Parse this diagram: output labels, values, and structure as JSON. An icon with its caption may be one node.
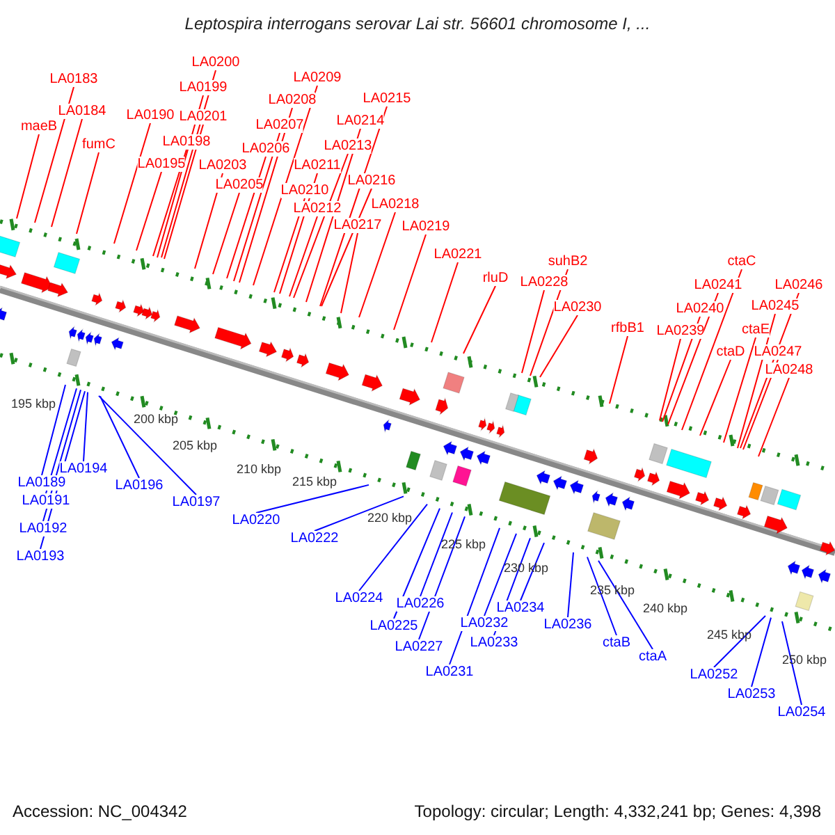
{
  "diagram": {
    "title": "Leptospira interrogans serovar Lai str. 56601 chromosome I, ...",
    "nodes": [
      {
        "text": [
          "LA0200"
        ]
      },
      {
        "text": [
          "LA0183"
        ]
      },
      {
        "text": [
          "LA0209"
        ]
      },
      {
        "text": [
          "LA0199"
        ]
      },
      {
        "text": [
          "LA0208"
        ]
      },
      {
        "text": [
          "LA0215"
        ]
      },
      {
        "text": [
          "LA0184"
        ]
      },
      {
        "text": [
          "LA0190"
        ]
      },
      {
        "text": [
          "LA0201"
        ]
      },
      {
        "text": [
          "LA0207"
        ]
      },
      {
        "text": [
          "LA0214"
        ]
      },
      {
        "text": [
          "maeB"
        ]
      },
      {
        "text": [
          "LA0198"
        ]
      },
      {
        "text": [
          "LA0206"
        ]
      },
      {
        "text": [
          "fumC"
        ]
      },
      {
        "text": [
          "LA0213"
        ]
      },
      {
        "text": [
          "LA0195"
        ]
      },
      {
        "text": [
          "LA0203"
        ]
      },
      {
        "text": [
          "LA0211"
        ]
      },
      {
        "text": [
          "LA0216"
        ]
      },
      {
        "text": [
          "LA0205"
        ]
      },
      {
        "text": [
          "LA0210"
        ]
      },
      {
        "text": [
          "LA0218"
        ]
      },
      {
        "text": [
          "LA0212"
        ]
      },
      {
        "text": [
          "LA0217"
        ]
      },
      {
        "text": [
          "LA0219"
        ]
      },
      {
        "text": [
          "LA0221"
        ]
      },
      {
        "text": [
          "rluD"
        ]
      },
      {
        "text": [
          "suhB2"
        ]
      },
      {
        "text": [
          "LA0228"
        ]
      },
      {
        "text": [
          "LA0230"
        ]
      },
      {
        "text": [
          "rfbB1"
        ]
      },
      {
        "text": [
          "ctaC"
        ]
      },
      {
        "text": [
          "LA0241"
        ]
      },
      {
        "text": [
          "LA0246"
        ]
      },
      {
        "text": [
          "LA0240"
        ]
      },
      {
        "text": [
          "LA0245"
        ]
      },
      {
        "text": [
          "LA0239"
        ]
      },
      {
        "text": [
          "ctaE"
        ]
      },
      {
        "text": [
          "ctaD"
        ]
      },
      {
        "text": [
          "LA0247"
        ]
      },
      {
        "text": [
          "LA0248"
        ]
      },
      {
        "text": [
          "LA0194"
        ]
      },
      {
        "text": [
          "LA0189"
        ]
      },
      {
        "text": [
          "LA0196"
        ]
      },
      {
        "text": [
          "LA0191"
        ]
      },
      {
        "text": [
          "LA0197"
        ]
      },
      {
        "text": [
          "LA0220"
        ]
      },
      {
        "text": [
          "LA0192"
        ]
      },
      {
        "text": [
          "LA0222"
        ]
      },
      {
        "text": [
          "LA0193"
        ]
      },
      {
        "text": [
          "LA0224"
        ]
      },
      {
        "text": [
          "LA0226"
        ]
      },
      {
        "text": [
          "LA0225"
        ]
      },
      {
        "text": [
          "LA0234"
        ]
      },
      {
        "text": [
          "LA0232"
        ]
      },
      {
        "text": [
          "LA0236"
        ]
      },
      {
        "text": [
          "LA0227"
        ]
      },
      {
        "text": [
          "LA0233"
        ]
      },
      {
        "text": [
          "ctaB"
        ]
      },
      {
        "text": [
          "ctaA"
        ]
      },
      {
        "text": [
          "LA0231"
        ]
      },
      {
        "text": [
          "LA0252"
        ]
      },
      {
        "text": [
          "LA0253"
        ]
      },
      {
        "text": [
          "LA0254"
        ]
      }
    ],
    "edges": [
      {
        "from": 0,
        "to": null,
        "arrow": "none"
      },
      {
        "from": 1,
        "to": null,
        "arrow": "none"
      },
      {
        "from": 2,
        "to": null,
        "arrow": "none"
      },
      {
        "from": 3,
        "to": null,
        "arrow": "none"
      },
      {
        "from": 4,
        "to": null,
        "arrow": "none"
      },
      {
        "from": 5,
        "to": null,
        "arrow": "none"
      },
      {
        "from": 6,
        "to": null,
        "arrow": "none"
      },
      {
        "from": 7,
        "to": null,
        "arrow": "none"
      },
      {
        "from": 8,
        "to": null,
        "arrow": "none"
      },
      {
        "from": 9,
        "to": null,
        "arrow": "none"
      },
      {
        "from": 10,
        "to": null,
        "arrow": "none"
      },
      {
        "from": 11,
        "to": null,
        "arrow": "none"
      },
      {
        "from": 12,
        "to": null,
        "arrow": "none"
      },
      {
        "from": 13,
        "to": null,
        "arrow": "none"
      },
      {
        "from": 14,
        "to": null,
        "arrow": "none"
      },
      {
        "from": 15,
        "to": null,
        "arrow": "none"
      },
      {
        "from": 16,
        "to": null,
        "arrow": "none"
      },
      {
        "from": 17,
        "to": null,
        "arrow": "none"
      },
      {
        "from": 18,
        "to": null,
        "arrow": "none"
      },
      {
        "from": 19,
        "to": null,
        "arrow": "none"
      },
      {
        "from": 20,
        "to": null,
        "arrow": "none"
      },
      {
        "from": 21,
        "to": null,
        "arrow": "none"
      },
      {
        "from": 22,
        "to": null,
        "arrow": "none"
      },
      {
        "from": 23,
        "to": null,
        "arrow": "none"
      },
      {
        "from": 24,
        "to": null,
        "arrow": "none"
      },
      {
        "from": 25,
        "to": null,
        "arrow": "none"
      },
      {
        "from": 26,
        "to": null,
        "arrow": "none"
      },
      {
        "from": 27,
        "to": null,
        "arrow": "none"
      },
      {
        "from": 28,
        "to": null,
        "arrow": "none"
      },
      {
        "from": 29,
        "to": null,
        "arrow": "none"
      },
      {
        "from": 30,
        "to": null,
        "arrow": "none"
      },
      {
        "from": 31,
        "to": null,
        "arrow": "none"
      },
      {
        "from": 32,
        "to": null,
        "arrow": "none"
      },
      {
        "from": 33,
        "to": null,
        "arrow": "none"
      },
      {
        "from": 34,
        "to": null,
        "arrow": "none"
      },
      {
        "from": 35,
        "to": null,
        "arrow": "none"
      },
      {
        "from": 36,
        "to": null,
        "arrow": "none"
      },
      {
        "from": 37,
        "to": null,
        "arrow": "none"
      },
      {
        "from": 38,
        "to": null,
        "arrow": "none"
      },
      {
        "from": 39,
        "to": null,
        "arrow": "none"
      },
      {
        "from": 40,
        "to": null,
        "arrow": "none"
      },
      {
        "from": 41,
        "to": null,
        "arrow": "none"
      },
      {
        "from": 42,
        "to": null,
        "arrow": "none",
        "color": "#0000ff"
      },
      {
        "from": 43,
        "to": null,
        "arrow": "none",
        "color": "#0000ff"
      },
      {
        "from": 44,
        "to": null,
        "arrow": "none",
        "color": "#0000ff"
      },
      {
        "from": 45,
        "to": null,
        "arrow": "none",
        "color": "#0000ff"
      },
      {
        "from": 46,
        "to": null,
        "arrow": "none",
        "color": "#0000ff"
      },
      {
        "from": 47,
        "to": null,
        "arrow": "none",
        "color": "#0000ff"
      },
      {
        "from": 48,
        "to": null,
        "arrow": "none",
        "color": "#0000ff"
      },
      {
        "from": 49,
        "to": null,
        "arrow": "none",
        "color": "#0000ff"
      },
      {
        "from": 50,
        "to": null,
        "arrow": "none",
        "color": "#0000ff"
      },
      {
        "from": 51,
        "to": null,
        "arrow": "none",
        "color": "#0000ff"
      },
      {
        "from": 52,
        "to": null,
        "arrow": "none",
        "color": "#0000ff"
      },
      {
        "from": 53,
        "to": null,
        "arrow": "none",
        "color": "#0000ff"
      },
      {
        "from": 54,
        "to": null,
        "arrow": "none",
        "color": "#0000ff"
      },
      {
        "from": 55,
        "to": null,
        "arrow": "none",
        "color": "#0000ff"
      },
      {
        "from": 56,
        "to": null,
        "arrow": "none",
        "color": "#0000ff"
      },
      {
        "from": 57,
        "to": null,
        "arrow": "none",
        "color": "#0000ff"
      },
      {
        "from": 58,
        "to": null,
        "arrow": "none",
        "color": "#0000ff"
      },
      {
        "from": 59,
        "to": null,
        "arrow": "none",
        "color": "#0000ff"
      },
      {
        "from": 60,
        "to": null,
        "arrow": "none",
        "color": "#0000ff"
      },
      {
        "from": 61,
        "to": null,
        "arrow": "none",
        "color": "#0000ff"
      },
      {
        "from": 62,
        "to": null,
        "arrow": "none",
        "color": "#0000ff"
      },
      {
        "from": 63,
        "to": null,
        "arrow": "none",
        "color": "#0000ff"
      },
      {
        "from": 64,
        "to": null,
        "arrow": "none",
        "color": "#0000ff"
      }
    ],
    "labels": [
      "195 kbp",
      "200 kbp",
      "205 kbp",
      "210 kbp",
      "215 kbp",
      "220 kbp",
      "225 kbp",
      "230 kbp",
      "235 kbp",
      "240 kbp",
      "245 kbp",
      "250 kbp",
      "Accession: NC_004342",
      "Topology: circular; Length: 4,332,241 bp; Genes: 4,398"
    ]
  }
}
